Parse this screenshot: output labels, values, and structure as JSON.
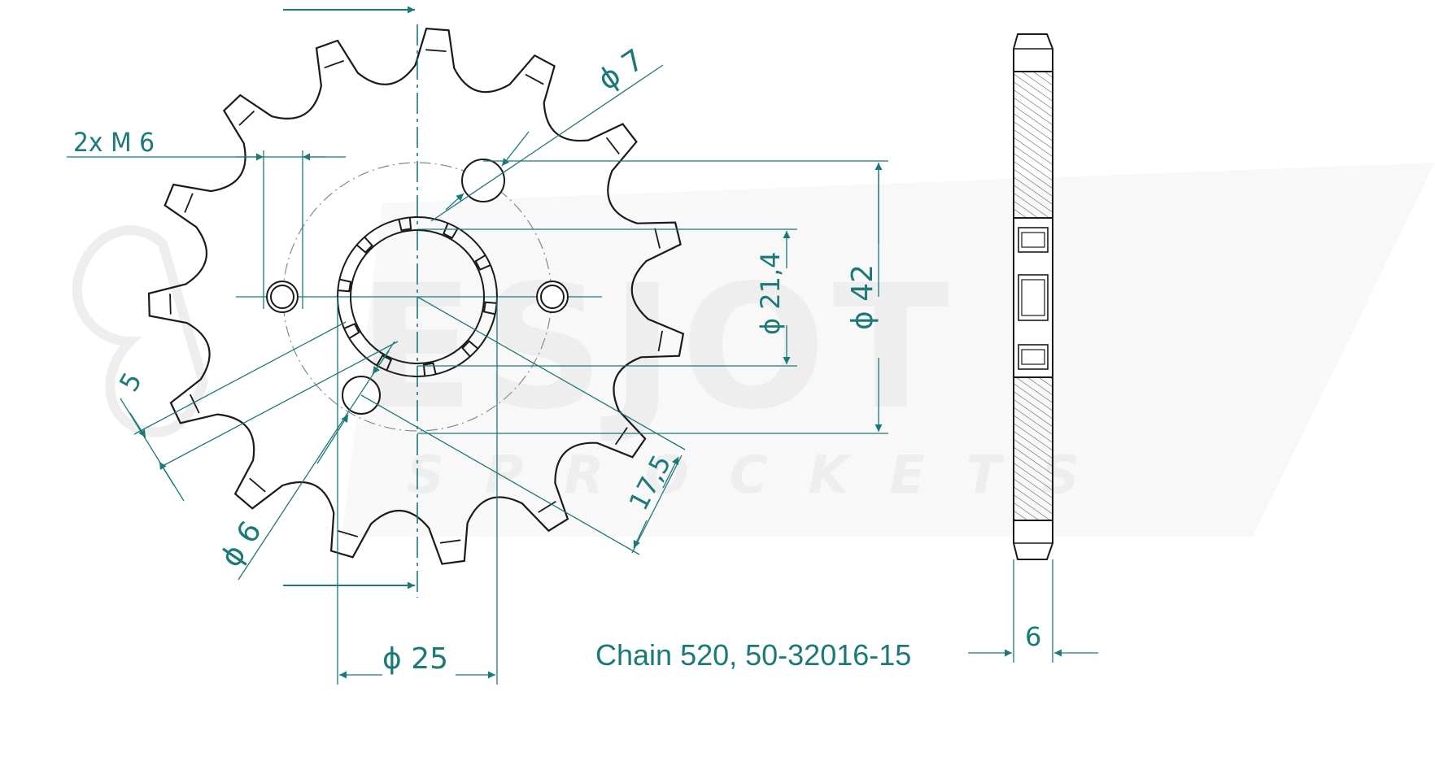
{
  "watermark": {
    "brand": "ESJOT",
    "subtitle": "SPROCKETS",
    "color": "#eaeaea"
  },
  "part": {
    "teeth": 15,
    "caption": "Chain 520, 50-32016-15"
  },
  "dimensions": {
    "bolt_thread": "2x M 6",
    "outer_hole": "ϕ 7",
    "inner_hole": "ϕ 6",
    "pitch_diameter": "ϕ 42",
    "spline_diameter": "ϕ 21,4",
    "bore_diameter": "ϕ 25",
    "key_width": "5",
    "spacing": "17,5",
    "thickness": "6"
  },
  "colors": {
    "outline": "#1a1a1a",
    "dimension": "#1b7a78",
    "hatch": "#555555",
    "watermark": "#eaeaea"
  }
}
